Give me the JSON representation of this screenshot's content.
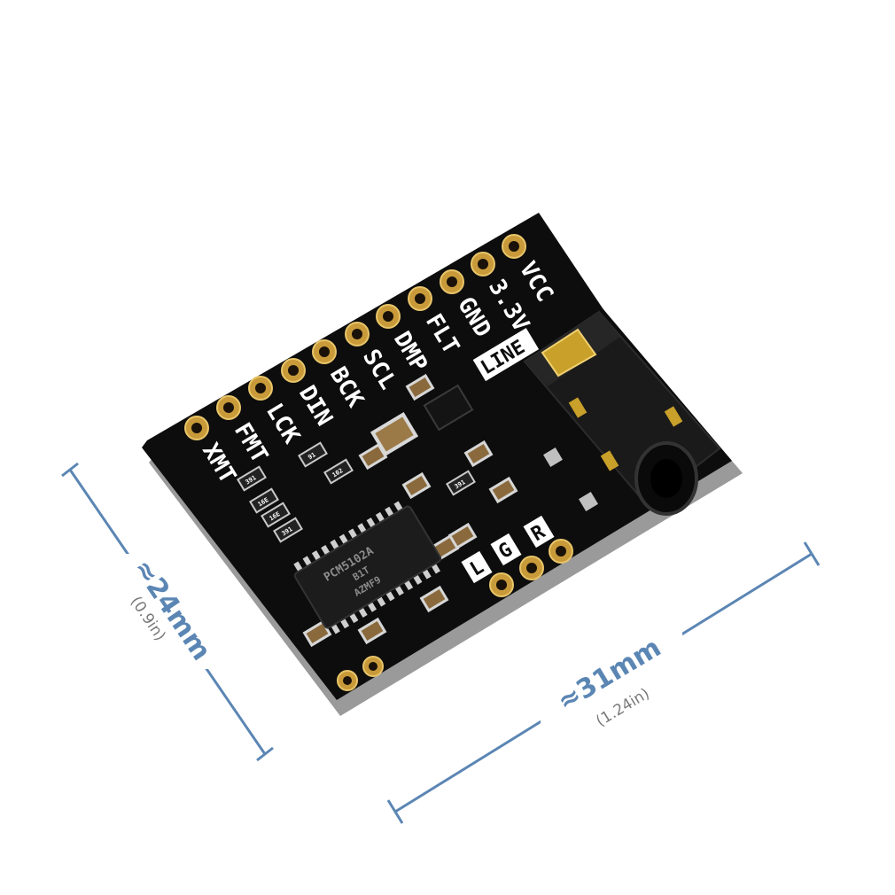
{
  "pins_top": [
    "XMT",
    "FMT",
    "LCK",
    "DIN",
    "BCK",
    "SCL",
    "DMP",
    "FLT",
    "GND",
    "3.3V",
    "VCC"
  ],
  "jack_label": "LINE",
  "audio_pins": [
    "L",
    "G",
    "R"
  ],
  "chip": {
    "line1": "PCM5102A",
    "line2": "B1T",
    "line3": "AZMF9"
  },
  "resistor_codes": [
    "391",
    "16E",
    "16E",
    "391",
    "102",
    "391",
    "91"
  ],
  "dimensions": {
    "height_main": "≈24mm",
    "height_sub": "(0.9in)",
    "width_main": "≈31mm",
    "width_sub": "(1.24in)"
  },
  "colors": {
    "pcb": "#0d0d0d",
    "pad_gold": "#c89a3a",
    "dimension_blue": "#5b86b4",
    "silkscreen": "#ffffff"
  }
}
